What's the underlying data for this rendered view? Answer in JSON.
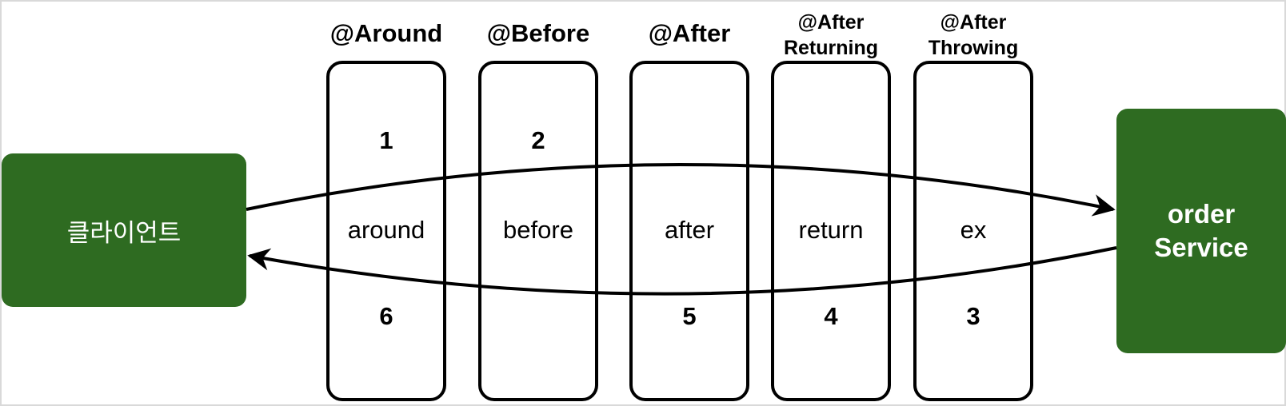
{
  "client": {
    "label": "클라이언트"
  },
  "service": {
    "line1": "order",
    "line2": "Service"
  },
  "columns": [
    {
      "id": "around",
      "title": [
        "@Around"
      ],
      "advice": "around",
      "top_number": "1",
      "bottom_number": "6"
    },
    {
      "id": "before",
      "title": [
        "@Before"
      ],
      "advice": "before",
      "top_number": "2",
      "bottom_number": ""
    },
    {
      "id": "after",
      "title": [
        "@After"
      ],
      "advice": "after",
      "top_number": "",
      "bottom_number": "5"
    },
    {
      "id": "after-returning",
      "title": [
        "@After",
        "Returning"
      ],
      "advice": "return",
      "top_number": "",
      "bottom_number": "4"
    },
    {
      "id": "after-throwing",
      "title": [
        "@After",
        "Throwing"
      ],
      "advice": "ex",
      "top_number": "",
      "bottom_number": "3"
    }
  ],
  "colors": {
    "node_fill": "#2e6b21",
    "node_text": "#ffffff",
    "stroke": "#000000",
    "frame": "#d9d9d9"
  }
}
